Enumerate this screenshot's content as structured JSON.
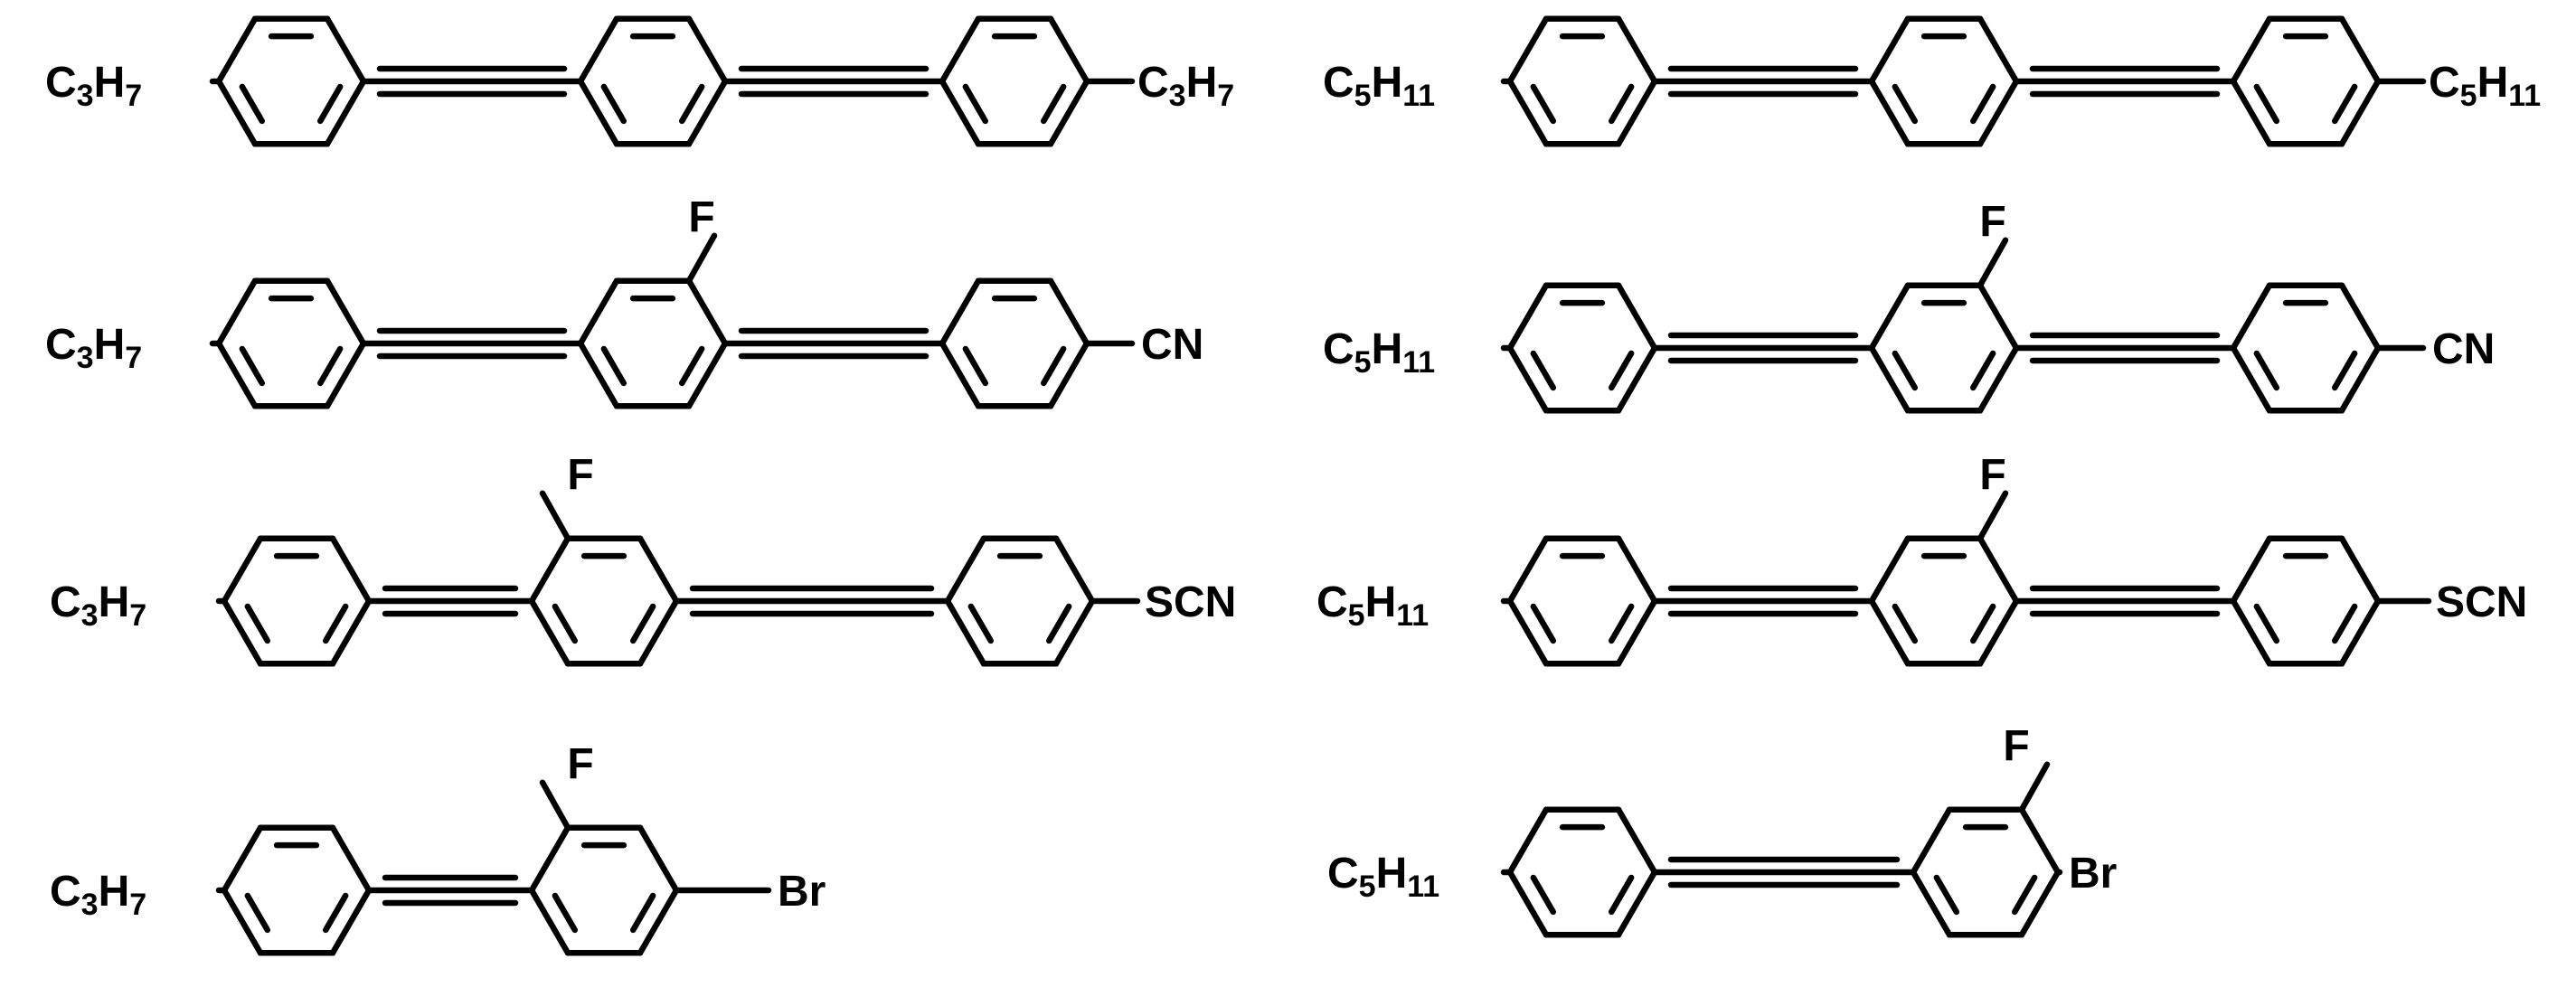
{
  "diagram": {
    "structures": [
      {
        "left_group": [
          "C",
          "3",
          "H",
          "7"
        ],
        "rings": [
          {
            "substituent": ""
          },
          {
            "substituent": ""
          },
          {
            "substituent": ""
          }
        ],
        "right_group": [
          "C",
          "3",
          "H",
          "7"
        ]
      },
      {
        "left_group": [
          "C",
          "5",
          "H",
          "11"
        ],
        "rings": [
          {
            "substituent": ""
          },
          {
            "substituent": ""
          },
          {
            "substituent": ""
          }
        ],
        "right_group": [
          "C",
          "5",
          "H",
          "11"
        ]
      },
      {
        "left_group": [
          "C",
          "3",
          "H",
          "7"
        ],
        "rings": [
          {
            "substituent": ""
          },
          {
            "substituent": "F"
          },
          {
            "substituent": ""
          }
        ],
        "right_group": [
          "CN"
        ]
      },
      {
        "left_group": [
          "C",
          "5",
          "H",
          "11"
        ],
        "rings": [
          {
            "substituent": ""
          },
          {
            "substituent": "F"
          },
          {
            "substituent": ""
          }
        ],
        "right_group": [
          "CN"
        ]
      },
      {
        "left_group": [
          "C",
          "3",
          "H",
          "7"
        ],
        "rings": [
          {
            "substituent": ""
          },
          {
            "substituent": "F"
          },
          {
            "substituent": ""
          }
        ],
        "right_group": [
          "SCN"
        ]
      },
      {
        "left_group": [
          "C",
          "5",
          "H",
          "11"
        ],
        "rings": [
          {
            "substituent": ""
          },
          {
            "substituent": "F"
          },
          {
            "substituent": ""
          }
        ],
        "right_group": [
          "SCN"
        ]
      },
      {
        "left_group": [
          "C",
          "3",
          "H",
          "7"
        ],
        "rings": [
          {
            "substituent": ""
          },
          {
            "substituent": "F"
          }
        ],
        "right_group": [
          "Br"
        ]
      },
      {
        "left_group": [
          "C",
          "5",
          "H",
          "11"
        ],
        "rings": [
          {
            "substituent": ""
          },
          {
            "substituent": "F"
          }
        ],
        "right_group": [
          "Br"
        ]
      }
    ]
  }
}
